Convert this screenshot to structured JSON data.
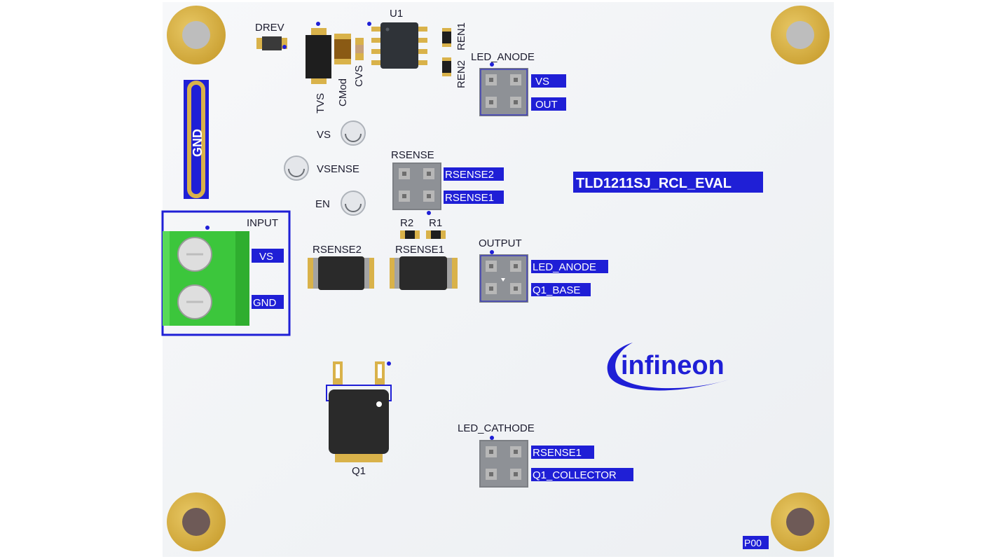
{
  "board": {
    "title": "TLD1211SJ_RCL_EVAL",
    "revision": "P00",
    "logo_text": "infineon",
    "colors": {
      "board": "#f1f3f5",
      "silkscreen_blue": "#1f1fd6",
      "mounting_hole_ring": "#d9b24a",
      "terminal_green": "#3cc63c",
      "component_body": "#2a2a2a"
    }
  },
  "components": {
    "drev": "DREV",
    "u1": "U1",
    "ren1": "REN1",
    "ren2": "REN2",
    "tvs": "TVS",
    "cmod": "CMod",
    "cvs": "CVS",
    "gnd_strip": "GND",
    "vs_test": "VS",
    "vsense_test": "VSENSE",
    "en_test": "EN",
    "rsense_header": "RSENSE",
    "rsense2_res": "RSENSE2",
    "rsense1_res": "RSENSE1",
    "r2": "R2",
    "r1": "R1",
    "q1": "Q1"
  },
  "connectors": {
    "led_anode": {
      "title": "LED_ANODE",
      "pins": [
        "VS",
        "OUT"
      ]
    },
    "rsense": {
      "pins": [
        "RSENSE2",
        "RSENSE1"
      ]
    },
    "input": {
      "title": "INPUT",
      "pins": [
        "VS",
        "GND"
      ]
    },
    "output": {
      "title": "OUTPUT",
      "pins": [
        "LED_ANODE",
        "Q1_BASE"
      ]
    },
    "led_cathode": {
      "title": "LED_CATHODE",
      "pins": [
        "RSENSE1",
        "Q1_COLLECTOR"
      ]
    }
  }
}
